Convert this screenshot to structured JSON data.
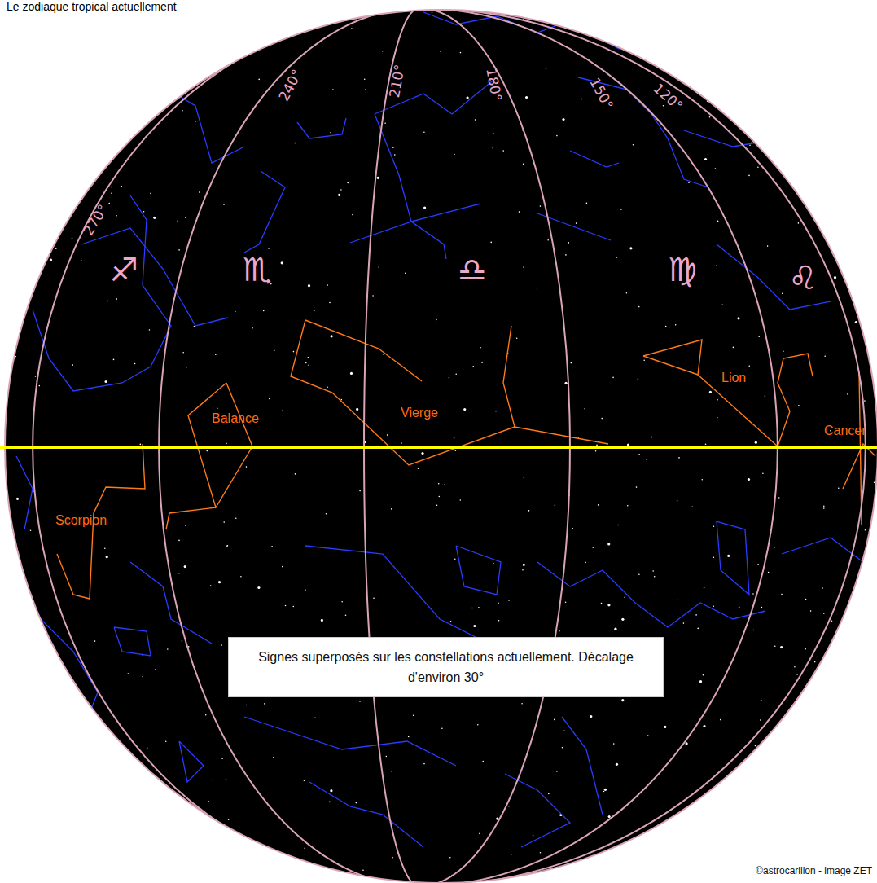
{
  "diagram": {
    "title": "Le zodiaque tropical actuellement",
    "nodes": [
      {
        "text": [
          "Signes superposés sur les constellations actuellement. Décalage d'environ 30°"
        ]
      }
    ],
    "labels": [
      "270°",
      "240°",
      "210°",
      "180°",
      "150°",
      "120°",
      "♐",
      "♏",
      "♎",
      "♍",
      "♌",
      "Lion",
      "Vierge",
      "Balance",
      "Scorpion",
      "Cancer",
      "©astrocarillon - image ZET"
    ]
  }
}
